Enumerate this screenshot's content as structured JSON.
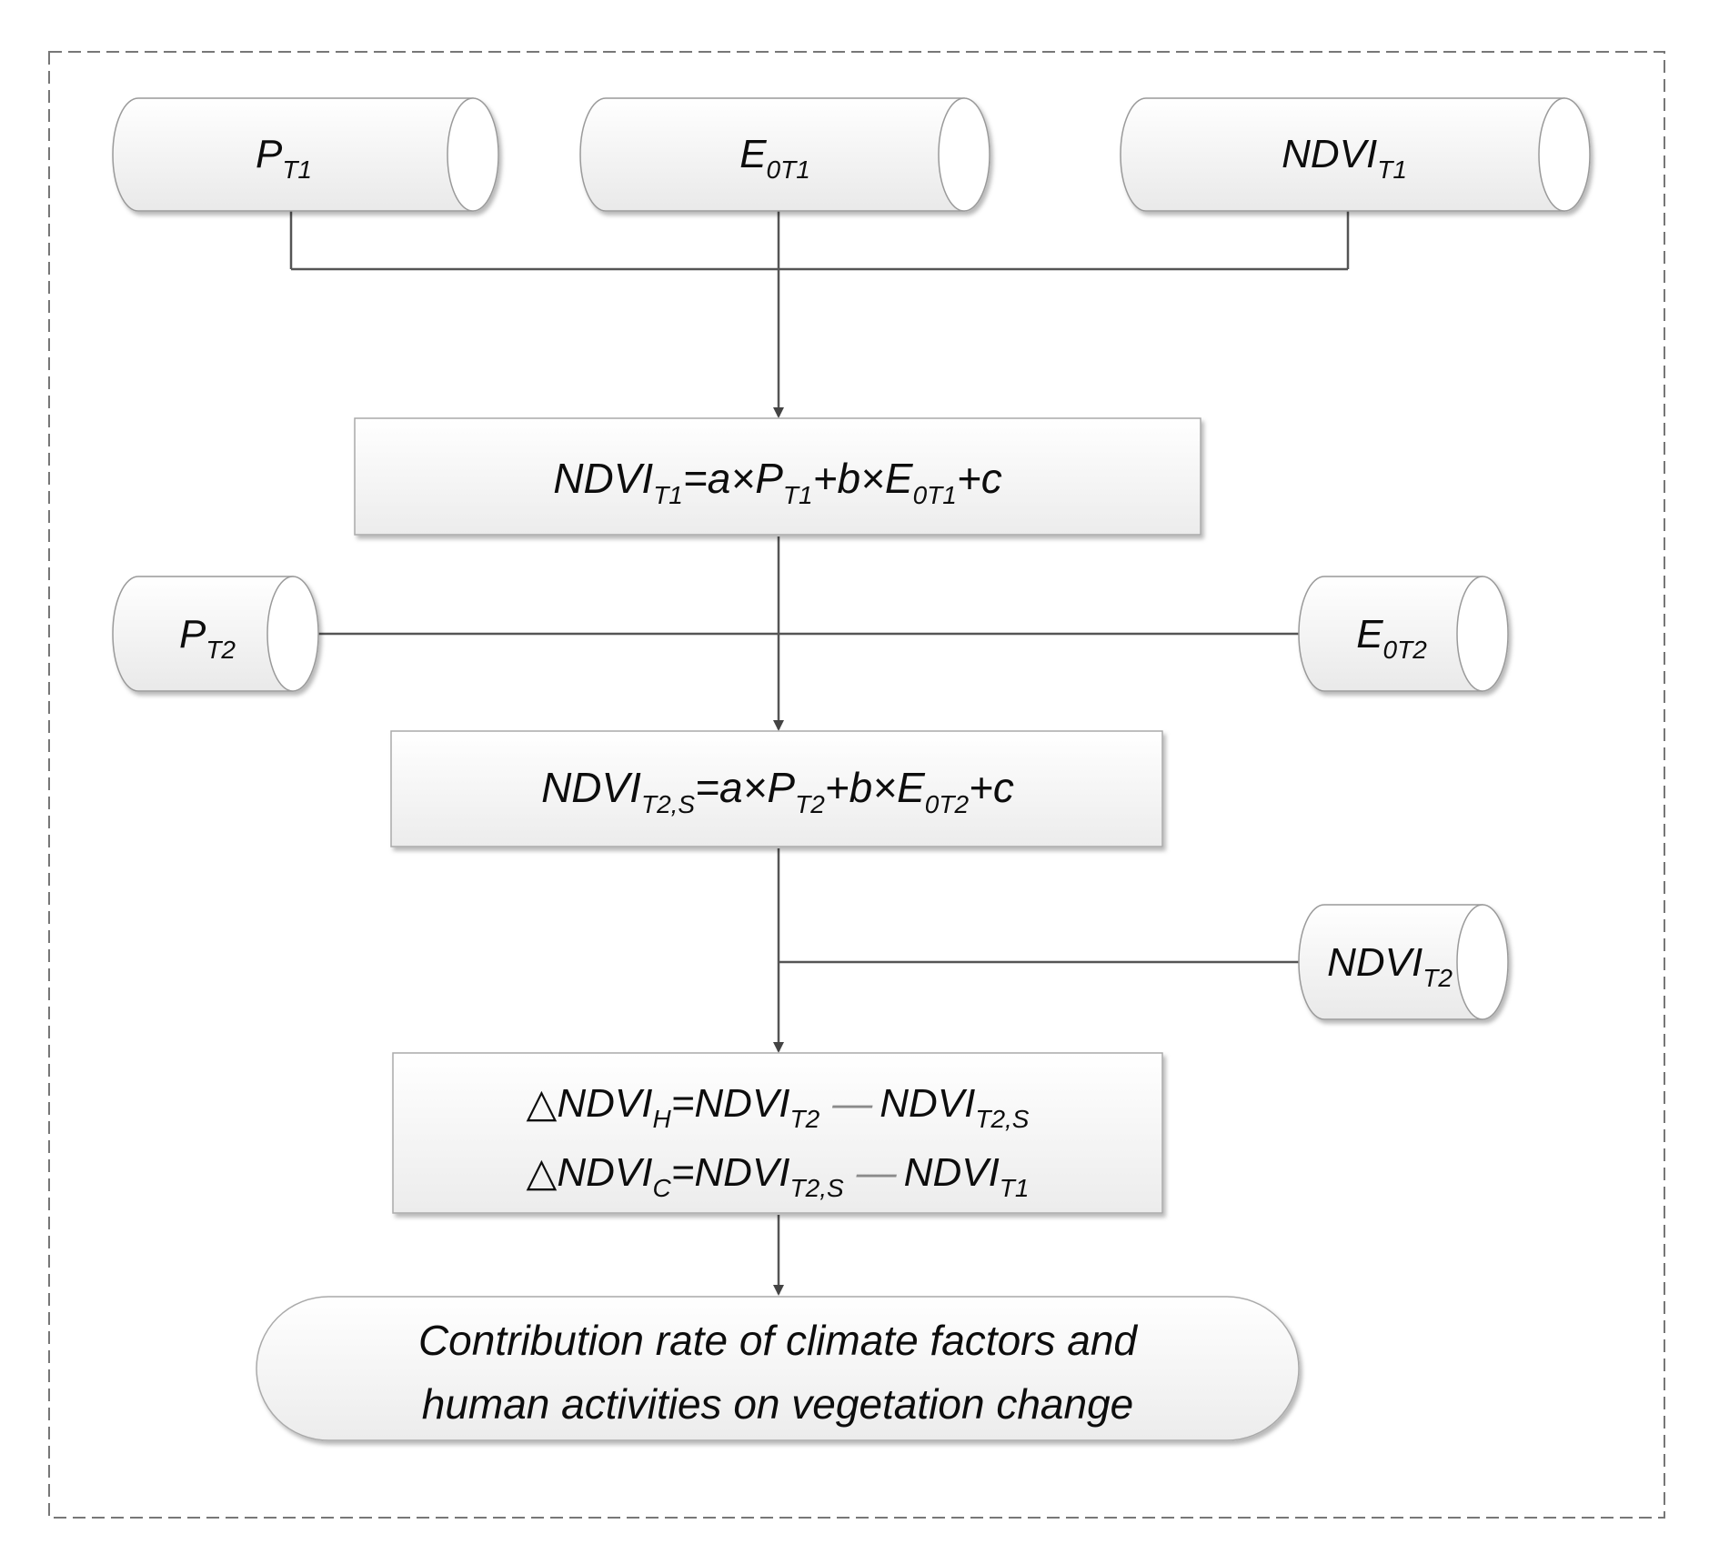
{
  "diagram": {
    "inputs_t1": {
      "p": {
        "base": "P",
        "sub": "T1"
      },
      "e0": {
        "base": "E",
        "sub": "0T1"
      },
      "ndvi": {
        "base": "NDVI",
        "sub": "T1"
      }
    },
    "inputs_t2": {
      "p": {
        "base": "P",
        "sub": "T2"
      },
      "e0": {
        "base": "E",
        "sub": "0T2"
      },
      "ndvi": {
        "base": "NDVI",
        "sub": "T2"
      }
    },
    "regression_model": {
      "lhs": "NDVI",
      "lhs_sub": "T1",
      "eq_a": "=a×P",
      "a_sub": "T1",
      "eq_b": "+b×E",
      "b_sub": "0T1",
      "tail": "+c"
    },
    "simulation_model": {
      "lhs": "NDVI",
      "lhs_sub": "T2,S",
      "eq_a": "=a×P",
      "a_sub": "T2",
      "eq_b": "+b×E",
      "b_sub": "0T2",
      "tail": "+c"
    },
    "difference_box": {
      "line1": {
        "delta": "△",
        "lhs": "NDVI",
        "lhs_sub": "H",
        "eq": "=NDVI",
        "eq_sub": "T2",
        "minus": "—",
        "rhs": "NDVI",
        "rhs_sub": "T2,S"
      },
      "line2": {
        "delta": "△",
        "lhs": "NDVI",
        "lhs_sub": "C",
        "eq": "=NDVI",
        "eq_sub": "T2,S",
        "minus": "—",
        "rhs": "NDVI",
        "rhs_sub": "T1"
      }
    },
    "result": {
      "line1": "Contribution rate of climate factors and",
      "line2": "human activities on vegetation change"
    }
  }
}
